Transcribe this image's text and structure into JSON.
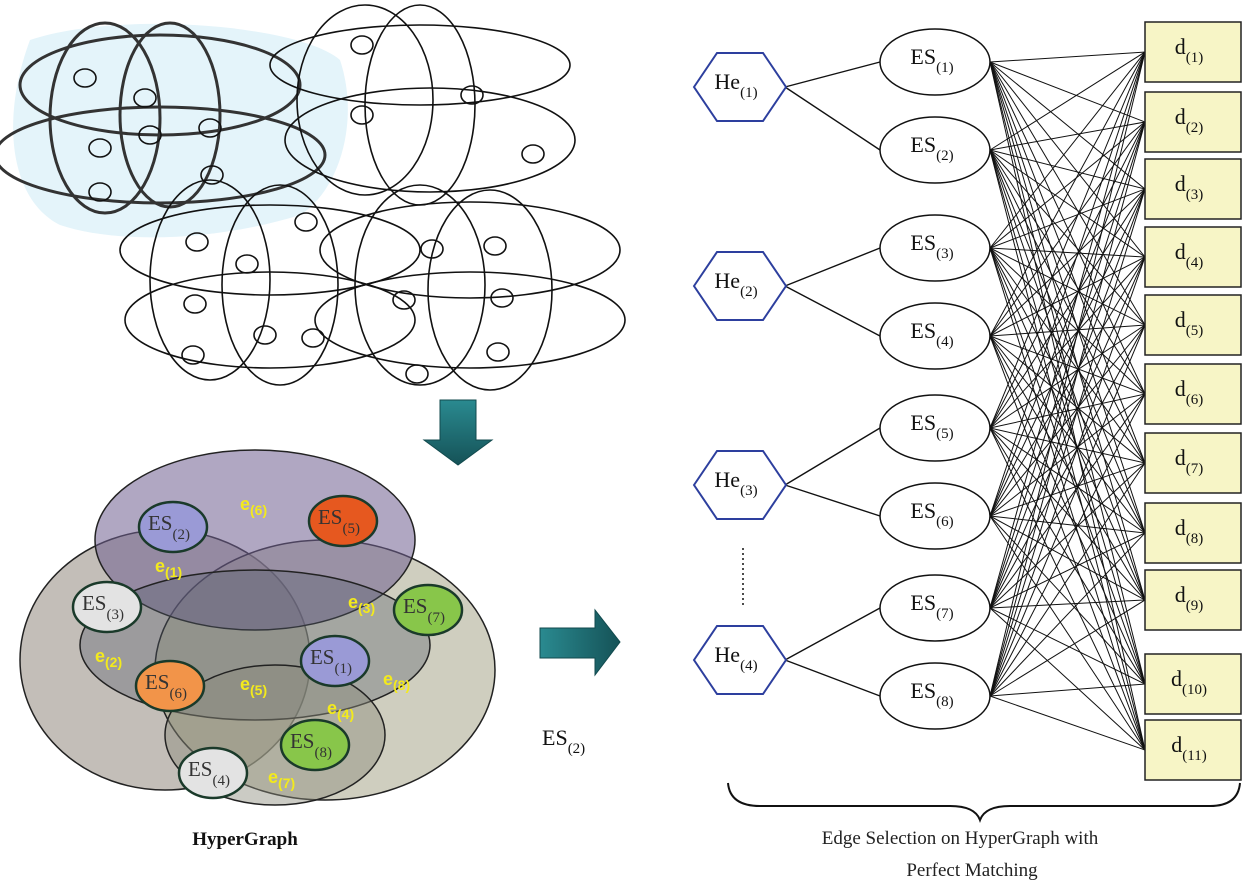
{
  "top_hypergraph": {
    "note": ""
  },
  "colored_hypergraph": {
    "caption": "HyperGraph",
    "nodes": [
      {
        "id": "es2",
        "base": "ES",
        "sub": "(2)",
        "fill": "#9a9ad6"
      },
      {
        "id": "es5",
        "base": "ES",
        "sub": "(5)",
        "fill": "#e6581f"
      },
      {
        "id": "es3",
        "base": "ES",
        "sub": "(3)",
        "fill": "#e3e3e3"
      },
      {
        "id": "es7",
        "base": "ES",
        "sub": "(7)",
        "fill": "#88c64a"
      },
      {
        "id": "es1",
        "base": "ES",
        "sub": "(1)",
        "fill": "#9a9ad6"
      },
      {
        "id": "es6",
        "base": "ES",
        "sub": "(6)",
        "fill": "#f29449"
      },
      {
        "id": "es8",
        "base": "ES",
        "sub": "(8)",
        "fill": "#88c64a"
      },
      {
        "id": "es4",
        "base": "ES",
        "sub": "(4)",
        "fill": "#e3e3e3"
      }
    ],
    "edge_labels": [
      {
        "base": "e",
        "sub": "(6)"
      },
      {
        "base": "e",
        "sub": "(1)"
      },
      {
        "base": "e",
        "sub": "(3)"
      },
      {
        "base": "e",
        "sub": "(2)"
      },
      {
        "base": "e",
        "sub": "(5)"
      },
      {
        "base": "e",
        "sub": "(8)"
      },
      {
        "base": "e",
        "sub": "(4)"
      },
      {
        "base": "e",
        "sub": "(7)"
      }
    ]
  },
  "middle_label": {
    "base": "ES",
    "sub": "(2)"
  },
  "bipartite": {
    "hyperedges": [
      {
        "base": "He",
        "sub": "(1)"
      },
      {
        "base": "He",
        "sub": "(2)"
      },
      {
        "base": "He",
        "sub": "(3)"
      },
      {
        "base": "He",
        "sub": "(4)"
      }
    ],
    "edge_sets": [
      {
        "base": "ES",
        "sub": "(1)"
      },
      {
        "base": "ES",
        "sub": "(2)"
      },
      {
        "base": "ES",
        "sub": "(3)"
      },
      {
        "base": "ES",
        "sub": "(4)"
      },
      {
        "base": "ES",
        "sub": "(5)"
      },
      {
        "base": "ES",
        "sub": "(6)"
      },
      {
        "base": "ES",
        "sub": "(7)"
      },
      {
        "base": "ES",
        "sub": "(8)"
      }
    ],
    "devices": [
      {
        "base": "d",
        "sub": "(1)"
      },
      {
        "base": "d",
        "sub": "(2)"
      },
      {
        "base": "d",
        "sub": "(3)"
      },
      {
        "base": "d",
        "sub": "(4)"
      },
      {
        "base": "d",
        "sub": "(5)"
      },
      {
        "base": "d",
        "sub": "(6)"
      },
      {
        "base": "d",
        "sub": "(7)"
      },
      {
        "base": "d",
        "sub": "(8)"
      },
      {
        "base": "d",
        "sub": "(9)"
      },
      {
        "base": "d",
        "sub": "(10)"
      },
      {
        "base": "d",
        "sub": "(11)"
      }
    ],
    "caption_line1": "Edge Selection on HyperGraph with",
    "caption_line2": "Perfect Matching",
    "colors": {
      "hexagon_stroke": "#2d3f9e",
      "device_fill": "#f7f5c6"
    }
  },
  "colors": {
    "arrow": "#1f6a70",
    "shade": "#e4f4fa"
  }
}
